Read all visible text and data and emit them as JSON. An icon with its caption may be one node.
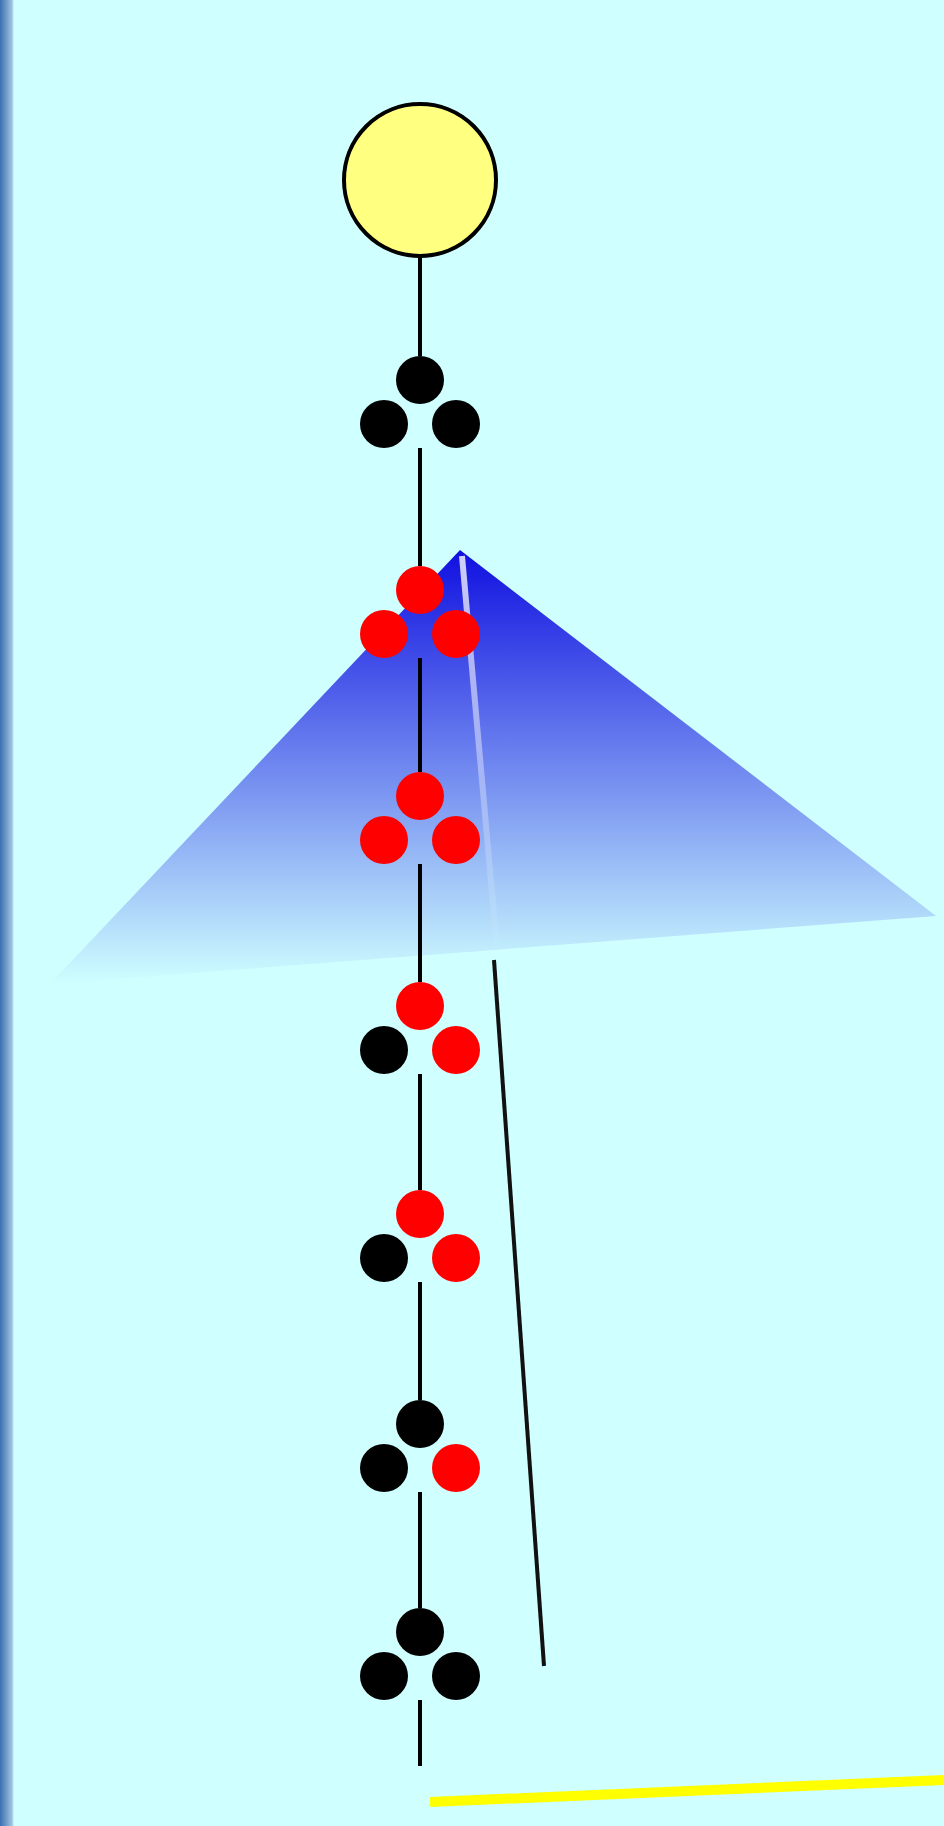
{
  "diagram": {
    "nodes": [
      {
        "text": [],
        "shape": "circle"
      },
      {
        "text": [],
        "shape": "picture"
      },
      {
        "text": [],
        "shape": "picture"
      },
      {
        "text": [],
        "shape": "picture"
      },
      {
        "text": [],
        "shape": "picture"
      },
      {
        "text": [],
        "shape": "picture"
      },
      {
        "text": [],
        "shape": "picture"
      },
      {
        "text": [],
        "shape": "picture"
      }
    ],
    "edges": [
      {
        "from": 0,
        "to": 1,
        "arrow": "none"
      },
      {
        "from": 1,
        "to": 2,
        "arrow": "none"
      },
      {
        "from": 2,
        "to": 3,
        "arrow": "none"
      },
      {
        "from": 3,
        "to": 4,
        "arrow": "none"
      },
      {
        "from": 4,
        "to": 5,
        "arrow": "none"
      },
      {
        "from": 5,
        "to": 6,
        "arrow": "none"
      },
      {
        "from": 6,
        "to": 7,
        "arrow": "none"
      },
      {
        "from": 7,
        "to": null,
        "arrow": "none"
      }
    ]
  }
}
